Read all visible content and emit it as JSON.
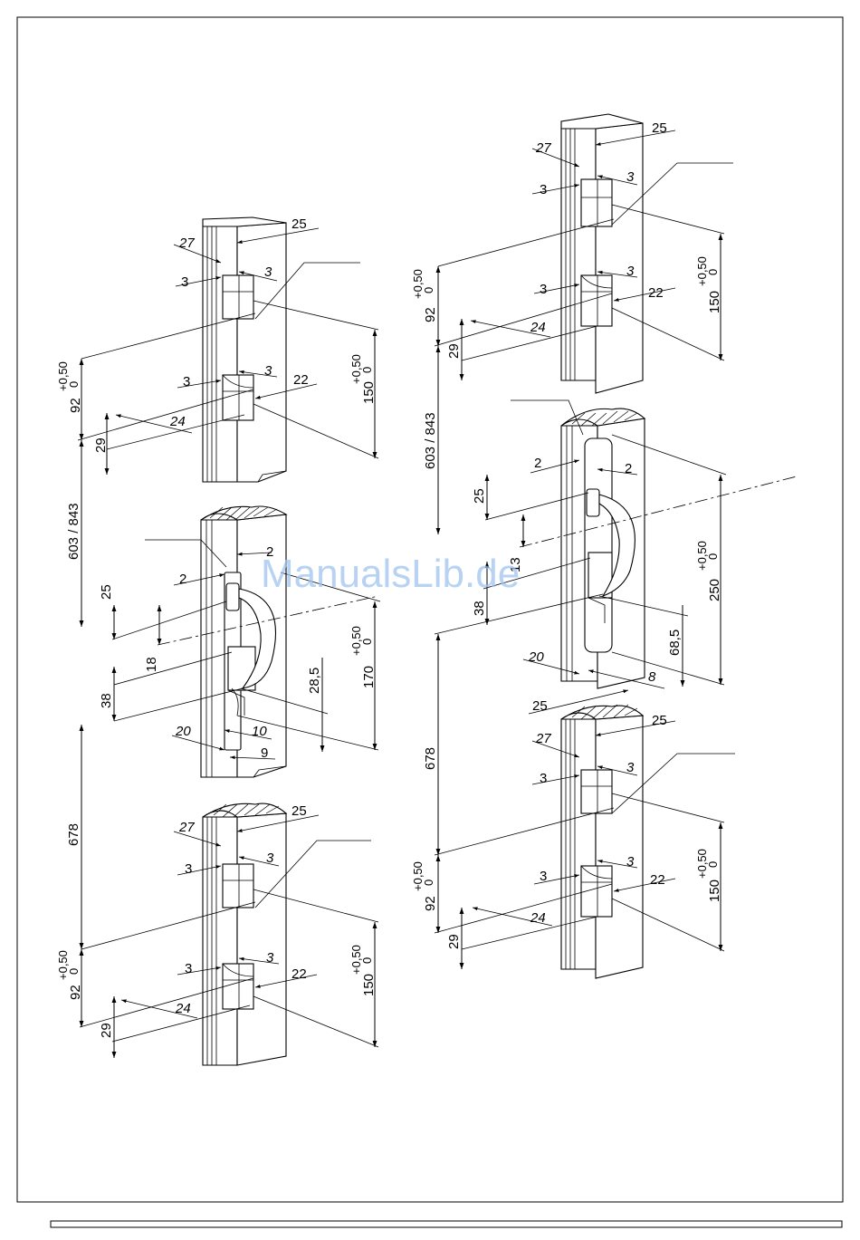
{
  "watermark": "ManualsLib.de",
  "colors": {
    "line": "#000000",
    "watermark": "#9fc3ef",
    "background": "#ffffff"
  },
  "left": {
    "top_keeper": {
      "d25": "25",
      "d27": "27",
      "d3a": "3",
      "d3b": "3",
      "d3c": "3",
      "d3d": "3",
      "d22": "22",
      "d24": "24",
      "d29": "29",
      "d92": "92",
      "d92_tol_top": "+0,50",
      "d92_tol_bottom": "0",
      "d150": "150",
      "d150_tol_top": "+0,50",
      "d150_tol_bottom": "0"
    },
    "d603": "603 / 843",
    "center": {
      "d2a": "2",
      "d2b": "2",
      "d25": "25",
      "d18": "18",
      "d38": "38",
      "d28": "28,5",
      "d20": "20",
      "d10": "10",
      "d9": "9",
      "d170": "170",
      "d170_tol_top": "+0,50",
      "d170_tol_bottom": "0"
    },
    "d678": "678",
    "bottom_keeper": {
      "d25": "25",
      "d27": "27",
      "d3a": "3",
      "d3b": "3",
      "d3c": "3",
      "d3d": "3",
      "d22": "22",
      "d24": "24",
      "d29": "29",
      "d92": "92",
      "d92_tol_top": "+0,50",
      "d92_tol_bottom": "0",
      "d150": "150",
      "d150_tol_top": "+0,50",
      "d150_tol_bottom": "0"
    }
  },
  "right": {
    "top_keeper": {
      "d25": "25",
      "d27": "27",
      "d3a": "3",
      "d3b": "3",
      "d3c": "3",
      "d3d": "3",
      "d22": "22",
      "d24": "24",
      "d29": "29",
      "d92": "92",
      "d92_tol_top": "+0,50",
      "d92_tol_bottom": "0",
      "d150": "150",
      "d150_tol_top": "+0,50",
      "d150_tol_bottom": "0"
    },
    "d603": "603 / 843",
    "center": {
      "d2a": "2",
      "d2b": "2",
      "d25": "25",
      "d13": "13",
      "d38": "38",
      "d68": "68,5",
      "d20": "20",
      "d8": "8",
      "d25b": "25",
      "d250": "250",
      "d250_tol_top": "+0,50",
      "d250_tol_bottom": "0"
    },
    "d678": "678",
    "bottom_keeper": {
      "d25": "25",
      "d27": "27",
      "d3a": "3",
      "d3b": "3",
      "d3c": "3",
      "d3d": "3",
      "d22": "22",
      "d24": "24",
      "d29": "29",
      "d92": "92",
      "d92_tol_top": "+0,50",
      "d92_tol_bottom": "0",
      "d150": "150",
      "d150_tol_top": "+0,50",
      "d150_tol_bottom": "0"
    }
  }
}
